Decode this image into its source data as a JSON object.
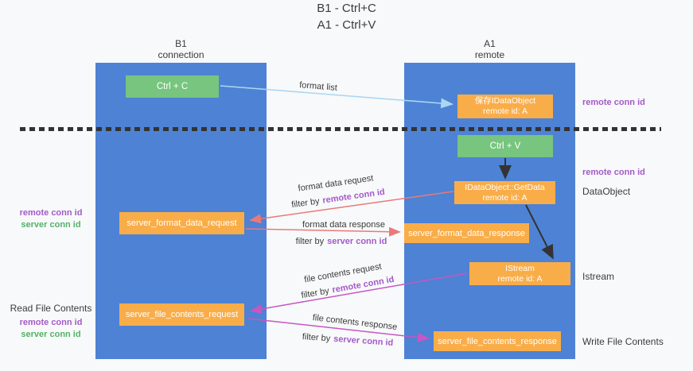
{
  "title": {
    "line1": "B1 - Ctrl+C",
    "line2": "A1 - Ctrl+V"
  },
  "lifelines": {
    "left": {
      "title": "B1",
      "subtitle": "connection"
    },
    "right": {
      "title": "A1",
      "subtitle": "remote"
    }
  },
  "boxes": {
    "ctrl_c": {
      "label": "Ctrl + C"
    },
    "save_idataobject": {
      "line1": "保存IDataObject",
      "line2": "remote id: A"
    },
    "ctrl_v": {
      "label": "Ctrl + V"
    },
    "idataobject_getdata": {
      "line1": "IDataObject::GetData",
      "line2": "remote id: A"
    },
    "server_format_data_request": {
      "label": "server_format_data_request"
    },
    "server_format_data_response": {
      "label": "server_format_data_response"
    },
    "istream": {
      "line1": "IStream",
      "line2": "remote id: A"
    },
    "server_file_contents_request": {
      "label": "server_file_contents_request"
    },
    "server_file_contents_response": {
      "label": "server_file_contents_response"
    }
  },
  "arrows": {
    "format_list": {
      "label": "format list"
    },
    "format_data_request": {
      "label": "format data request",
      "filter_prefix": "filter by",
      "filter_key": "remote conn id"
    },
    "format_data_response": {
      "label": "format data response",
      "filter_prefix": "filter by",
      "filter_key": "server conn id"
    },
    "file_contents_request": {
      "label": "file contents request",
      "filter_prefix": "filter by",
      "filter_key": "remote conn id"
    },
    "file_contents_response": {
      "label": "file contents response",
      "filter_prefix": "filter by",
      "filter_key": "server conn id"
    }
  },
  "left_annotations": {
    "format_remote_conn_id": "remote conn id",
    "format_server_conn_id": "server conn id",
    "read_file_contents": "Read File Contents",
    "file_remote_conn_id": "remote conn id",
    "file_server_conn_id": "server conn id"
  },
  "right_annotations": {
    "remote_conn_id_top": "remote conn id",
    "remote_conn_id_mid": "remote conn id",
    "dataobject": "DataObject",
    "istream": "Istream",
    "write_file_contents": "Write File Contents"
  },
  "colors": {
    "lifeline_blue": "#4e82d4",
    "box_green": "#77c57e",
    "box_orange": "#f9ad49",
    "arrow_light_blue": "#a9d7f2",
    "arrow_red": "#e87a7a",
    "arrow_magenta": "#c657c3",
    "text_purple": "#a35ac8",
    "text_green": "#54b167",
    "text_dark": "#3b3b3b",
    "divider_dark": "#333333"
  }
}
